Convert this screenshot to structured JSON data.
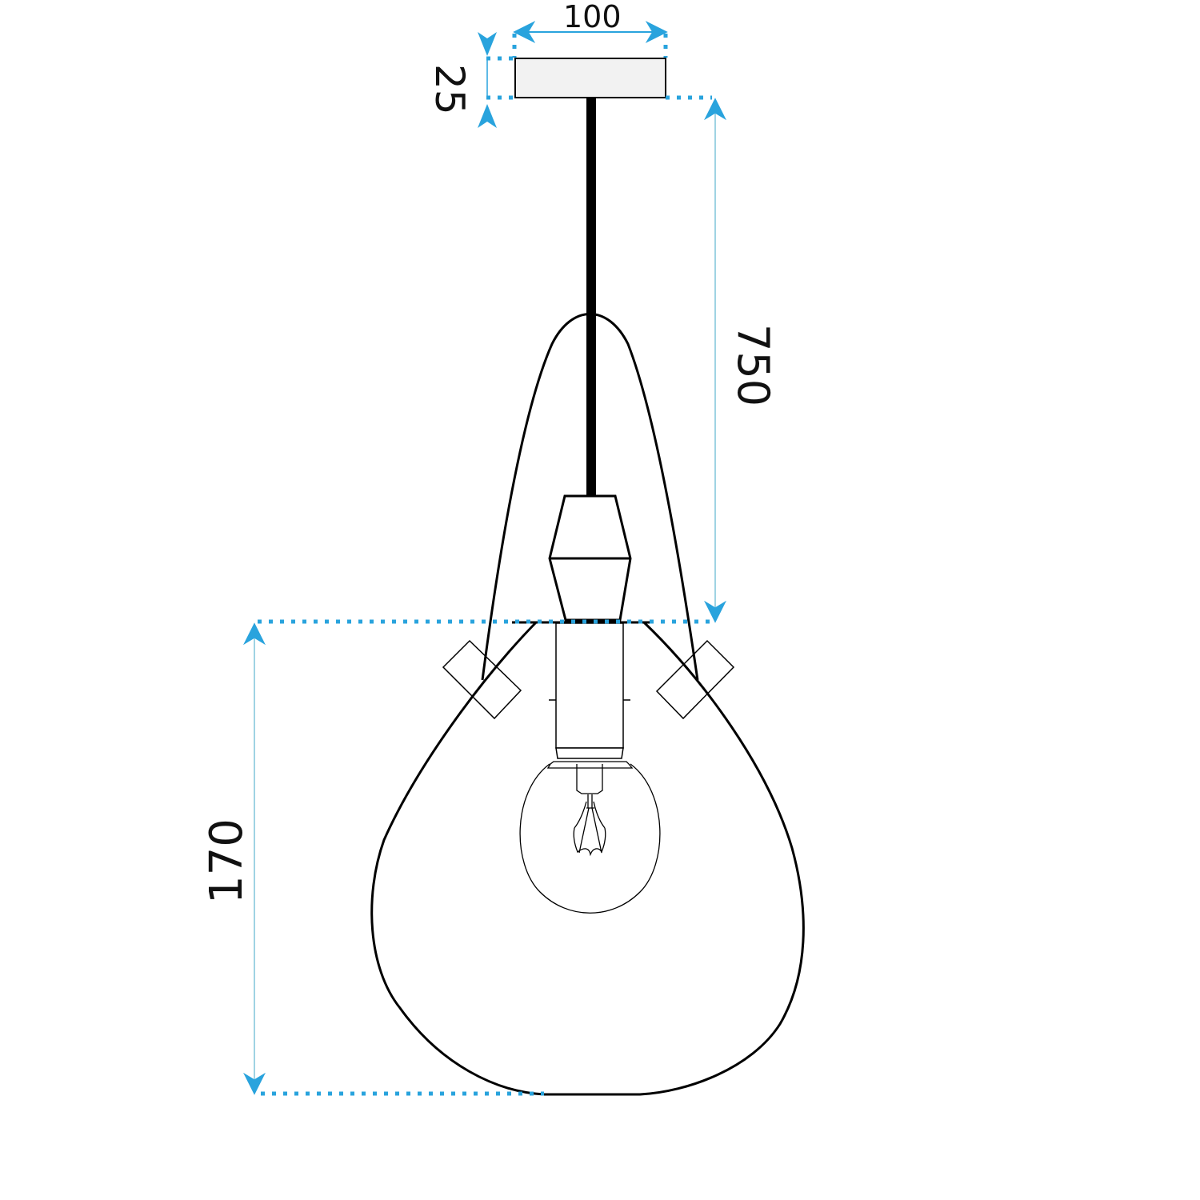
{
  "diagram": {
    "subject": "pendant lamp dimension drawing",
    "colors": {
      "outline": "#000000",
      "dimension": "#29a3dd",
      "dimension_thin": "#9fd3e3",
      "canopy_fill": "#f2f2f2",
      "background": "#ffffff"
    },
    "dimensions": {
      "canopy_width": {
        "value": "100",
        "orientation": "horizontal"
      },
      "canopy_height": {
        "value": "25",
        "orientation": "vertical-rotated-cw"
      },
      "cable_drop": {
        "value": "750",
        "orientation": "vertical-rotated-cw"
      },
      "shade_height": {
        "value": "170",
        "orientation": "vertical-rotated-ccw"
      }
    },
    "parts": [
      {
        "name": "ceiling canopy"
      },
      {
        "name": "suspension cable"
      },
      {
        "name": "outer drop-shaped frame"
      },
      {
        "name": "cable grip / socket cover"
      },
      {
        "name": "lamp socket"
      },
      {
        "name": "clip brackets"
      },
      {
        "name": "glass shade"
      },
      {
        "name": "globe light bulb"
      }
    ]
  }
}
